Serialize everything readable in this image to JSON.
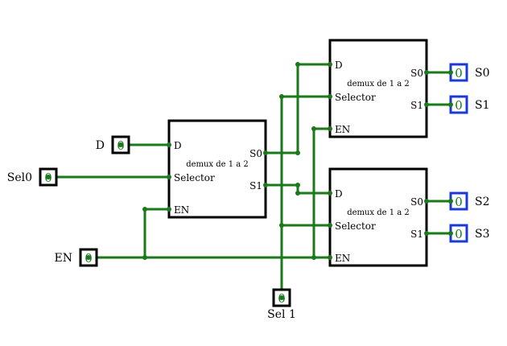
{
  "diagram": {
    "block_title": "demux de 1 a 2",
    "ports": {
      "d": "D",
      "selector": "Selector",
      "en": "EN",
      "s0": "S0",
      "s1": "S1"
    },
    "pin_value": "0",
    "inputs": {
      "d": "D",
      "sel0": "Sel0",
      "en": "EN",
      "sel1": "Sel 1"
    },
    "outputs": {
      "s0": "S0",
      "s1": "S1",
      "s2": "S2",
      "s3": "S3"
    },
    "colors": {
      "wire": "#1a7a1a",
      "input_pin_border": "#000000",
      "output_pin_border": "#1a3ad6"
    }
  }
}
